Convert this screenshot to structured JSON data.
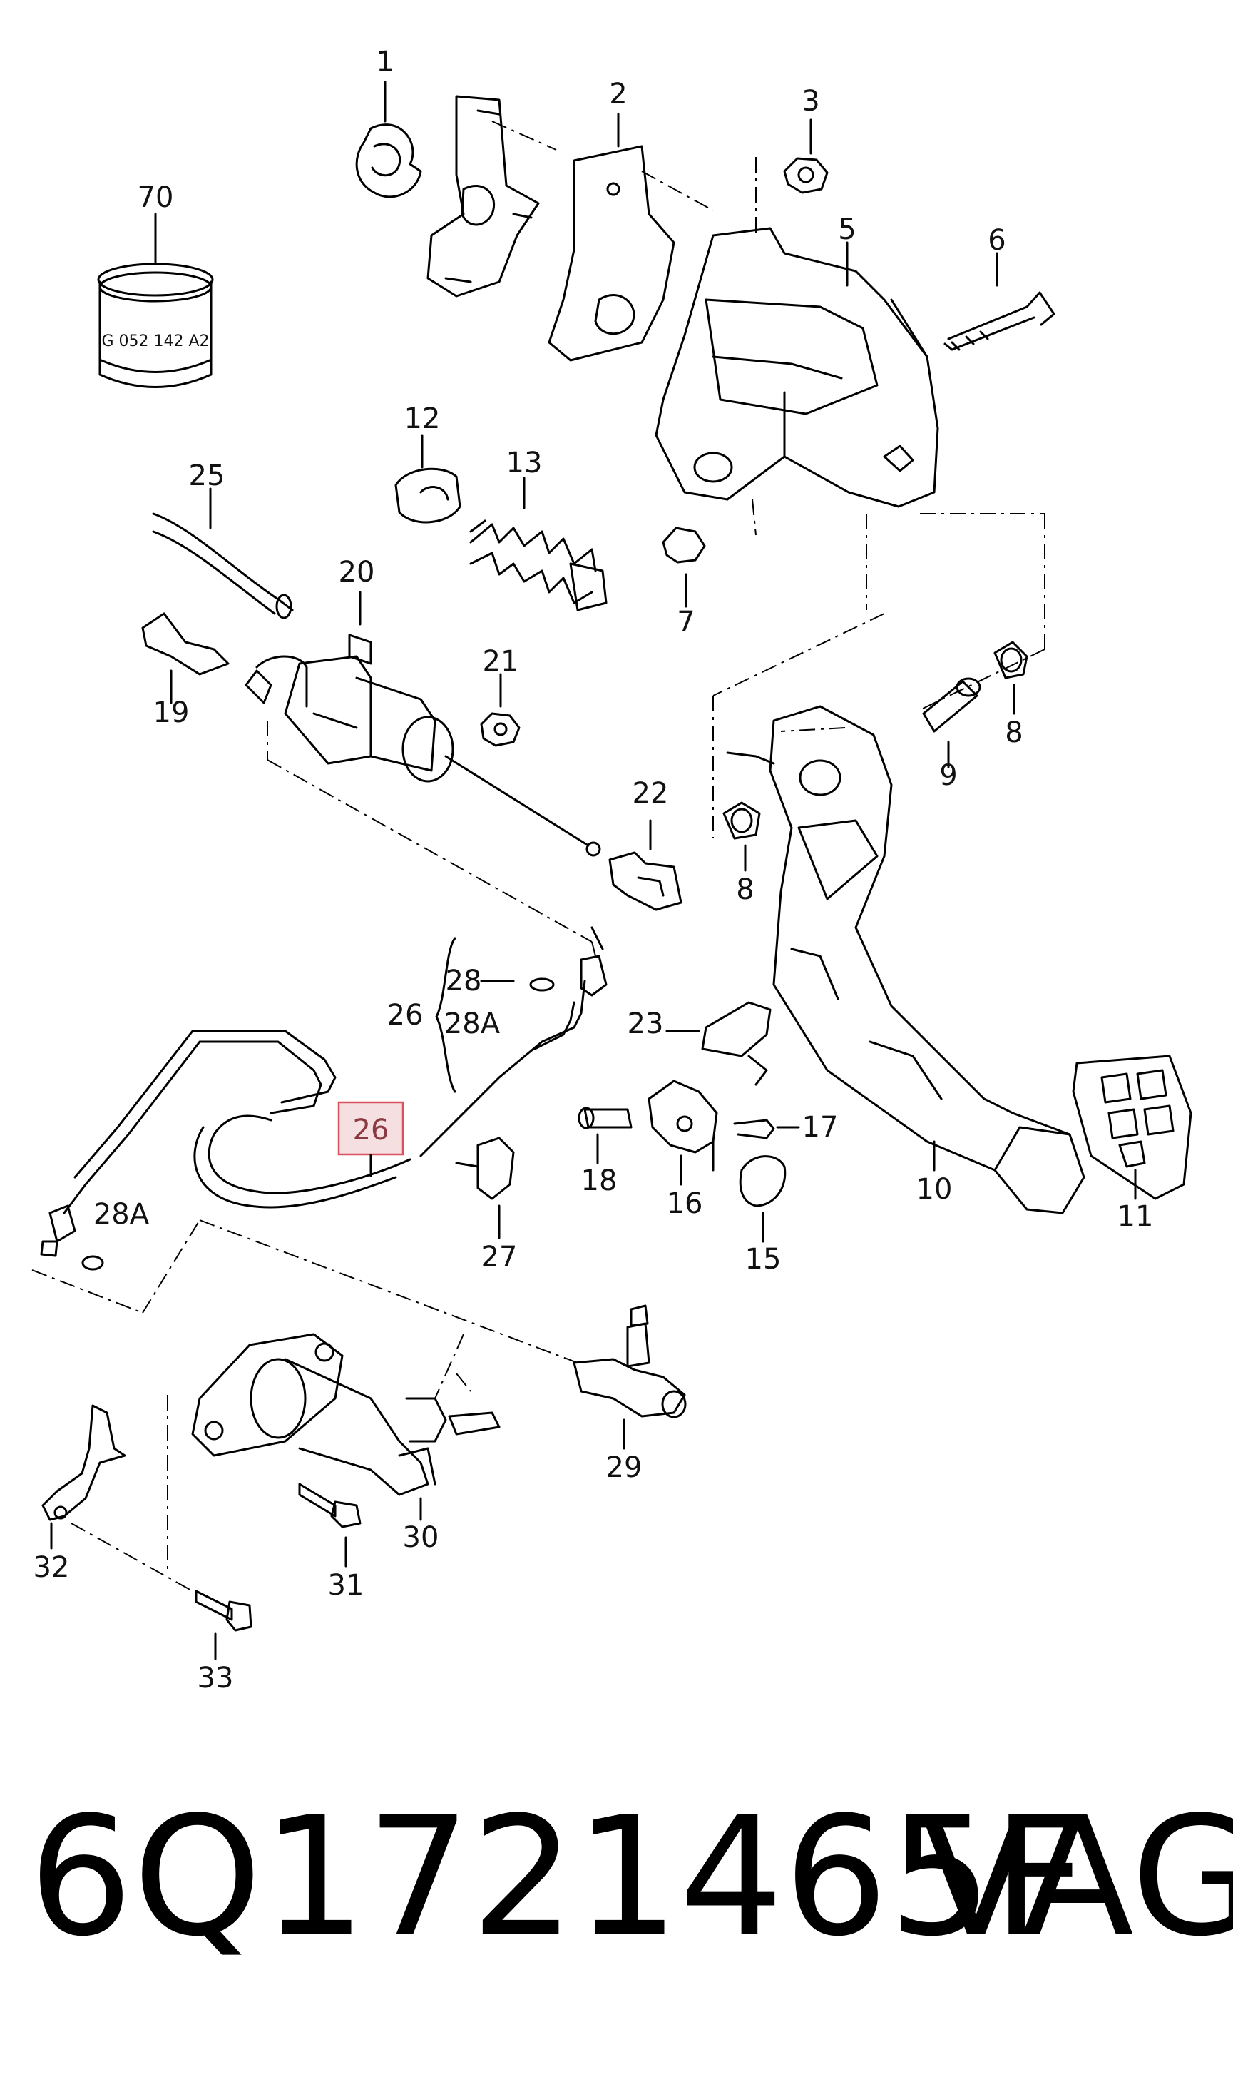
{
  "labels": [
    {
      "id": "p1",
      "text": "1"
    },
    {
      "id": "p2",
      "text": "2"
    },
    {
      "id": "p3",
      "text": "3"
    },
    {
      "id": "p5",
      "text": "5"
    },
    {
      "id": "p6",
      "text": "6"
    },
    {
      "id": "p7",
      "text": "7"
    },
    {
      "id": "p8a",
      "text": "8"
    },
    {
      "id": "p8b",
      "text": "8"
    },
    {
      "id": "p9",
      "text": "9"
    },
    {
      "id": "p10",
      "text": "10"
    },
    {
      "id": "p11",
      "text": "11"
    },
    {
      "id": "p12",
      "text": "12"
    },
    {
      "id": "p13",
      "text": "13"
    },
    {
      "id": "p15",
      "text": "15"
    },
    {
      "id": "p16",
      "text": "16"
    },
    {
      "id": "p17",
      "text": "17"
    },
    {
      "id": "p18",
      "text": "18"
    },
    {
      "id": "p19",
      "text": "19"
    },
    {
      "id": "p20",
      "text": "20"
    },
    {
      "id": "p21",
      "text": "21"
    },
    {
      "id": "p22",
      "text": "22"
    },
    {
      "id": "p23",
      "text": "23"
    },
    {
      "id": "p25",
      "text": "25"
    },
    {
      "id": "p26a",
      "text": "26"
    },
    {
      "id": "p27",
      "text": "27"
    },
    {
      "id": "p28",
      "text": "28"
    },
    {
      "id": "p28A1",
      "text": "28A"
    },
    {
      "id": "p28A2",
      "text": "28A"
    },
    {
      "id": "p29",
      "text": "29"
    },
    {
      "id": "p30",
      "text": "30"
    },
    {
      "id": "p31",
      "text": "31"
    },
    {
      "id": "p32",
      "text": "32"
    },
    {
      "id": "p33",
      "text": "33"
    },
    {
      "id": "p70",
      "text": "70"
    }
  ],
  "highlight": {
    "text": "26",
    "color": "#d9535f"
  },
  "sleeve_marking": "G 052 142 A2",
  "footer": {
    "part_number": "6Q1721465F",
    "brand": "VAG"
  }
}
